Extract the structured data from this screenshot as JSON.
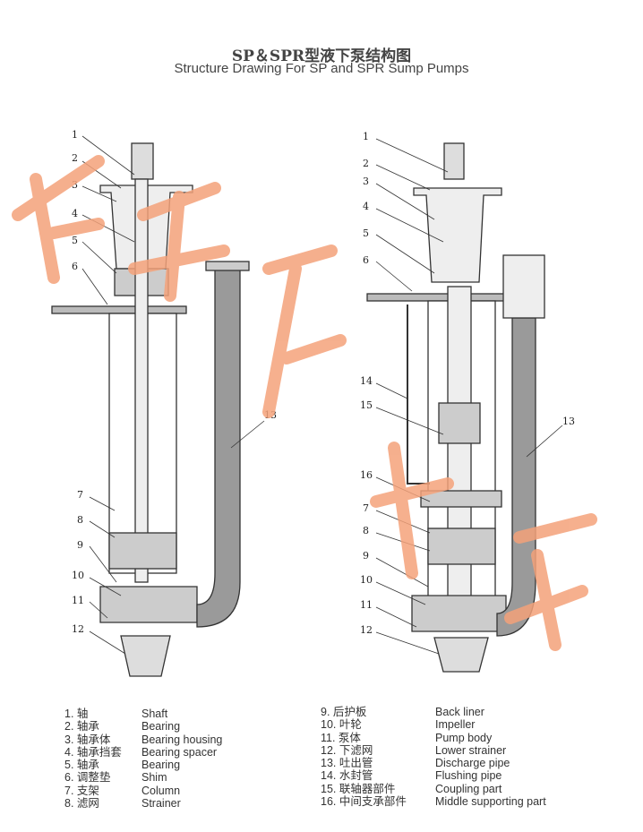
{
  "title_cn": "SP＆SPR型液下泵结构图",
  "title_en": "Structure Drawing For SP and SPR Sump Pumps",
  "left_pump_callouts": [
    "1",
    "2",
    "3",
    "4",
    "5",
    "6",
    "7",
    "8",
    "9",
    "10",
    "11",
    "12",
    "13"
  ],
  "right_pump_callouts": [
    "1",
    "2",
    "3",
    "4",
    "5",
    "6",
    "14",
    "15",
    "16",
    "7",
    "8",
    "9",
    "10",
    "11",
    "12",
    "13"
  ],
  "legend_left": [
    {
      "cn": "1. 轴",
      "en": "Shaft"
    },
    {
      "cn": "2. 轴承",
      "en": "Bearing"
    },
    {
      "cn": "3. 轴承体",
      "en": "Bearing housing"
    },
    {
      "cn": "4. 轴承挡套",
      "en": "Bearing spacer"
    },
    {
      "cn": "5. 轴承",
      "en": "Bearing"
    },
    {
      "cn": "6. 调整垫",
      "en": "Shim"
    },
    {
      "cn": "7. 支架",
      "en": "Column"
    },
    {
      "cn": "8. 滤网",
      "en": "Strainer"
    }
  ],
  "legend_right": [
    {
      "cn": "9. 后护板",
      "en": "Back liner"
    },
    {
      "cn": "10. 叶轮",
      "en": "Impeller"
    },
    {
      "cn": "11. 泵体",
      "en": "Pump body"
    },
    {
      "cn": "12. 下滤网",
      "en": "Lower strainer"
    },
    {
      "cn": "13. 吐出管",
      "en": "Discharge pipe"
    },
    {
      "cn": "14. 水封管",
      "en": "Flushing pipe"
    },
    {
      "cn": "15. 联轴器部件",
      "en": "Coupling part"
    },
    {
      "cn": "16. 中间支承部件",
      "en": "Middle supporting part"
    }
  ],
  "colors": {
    "line": "#333333",
    "pipe": "#9a9a9a",
    "watermark": "#f4a27a"
  }
}
